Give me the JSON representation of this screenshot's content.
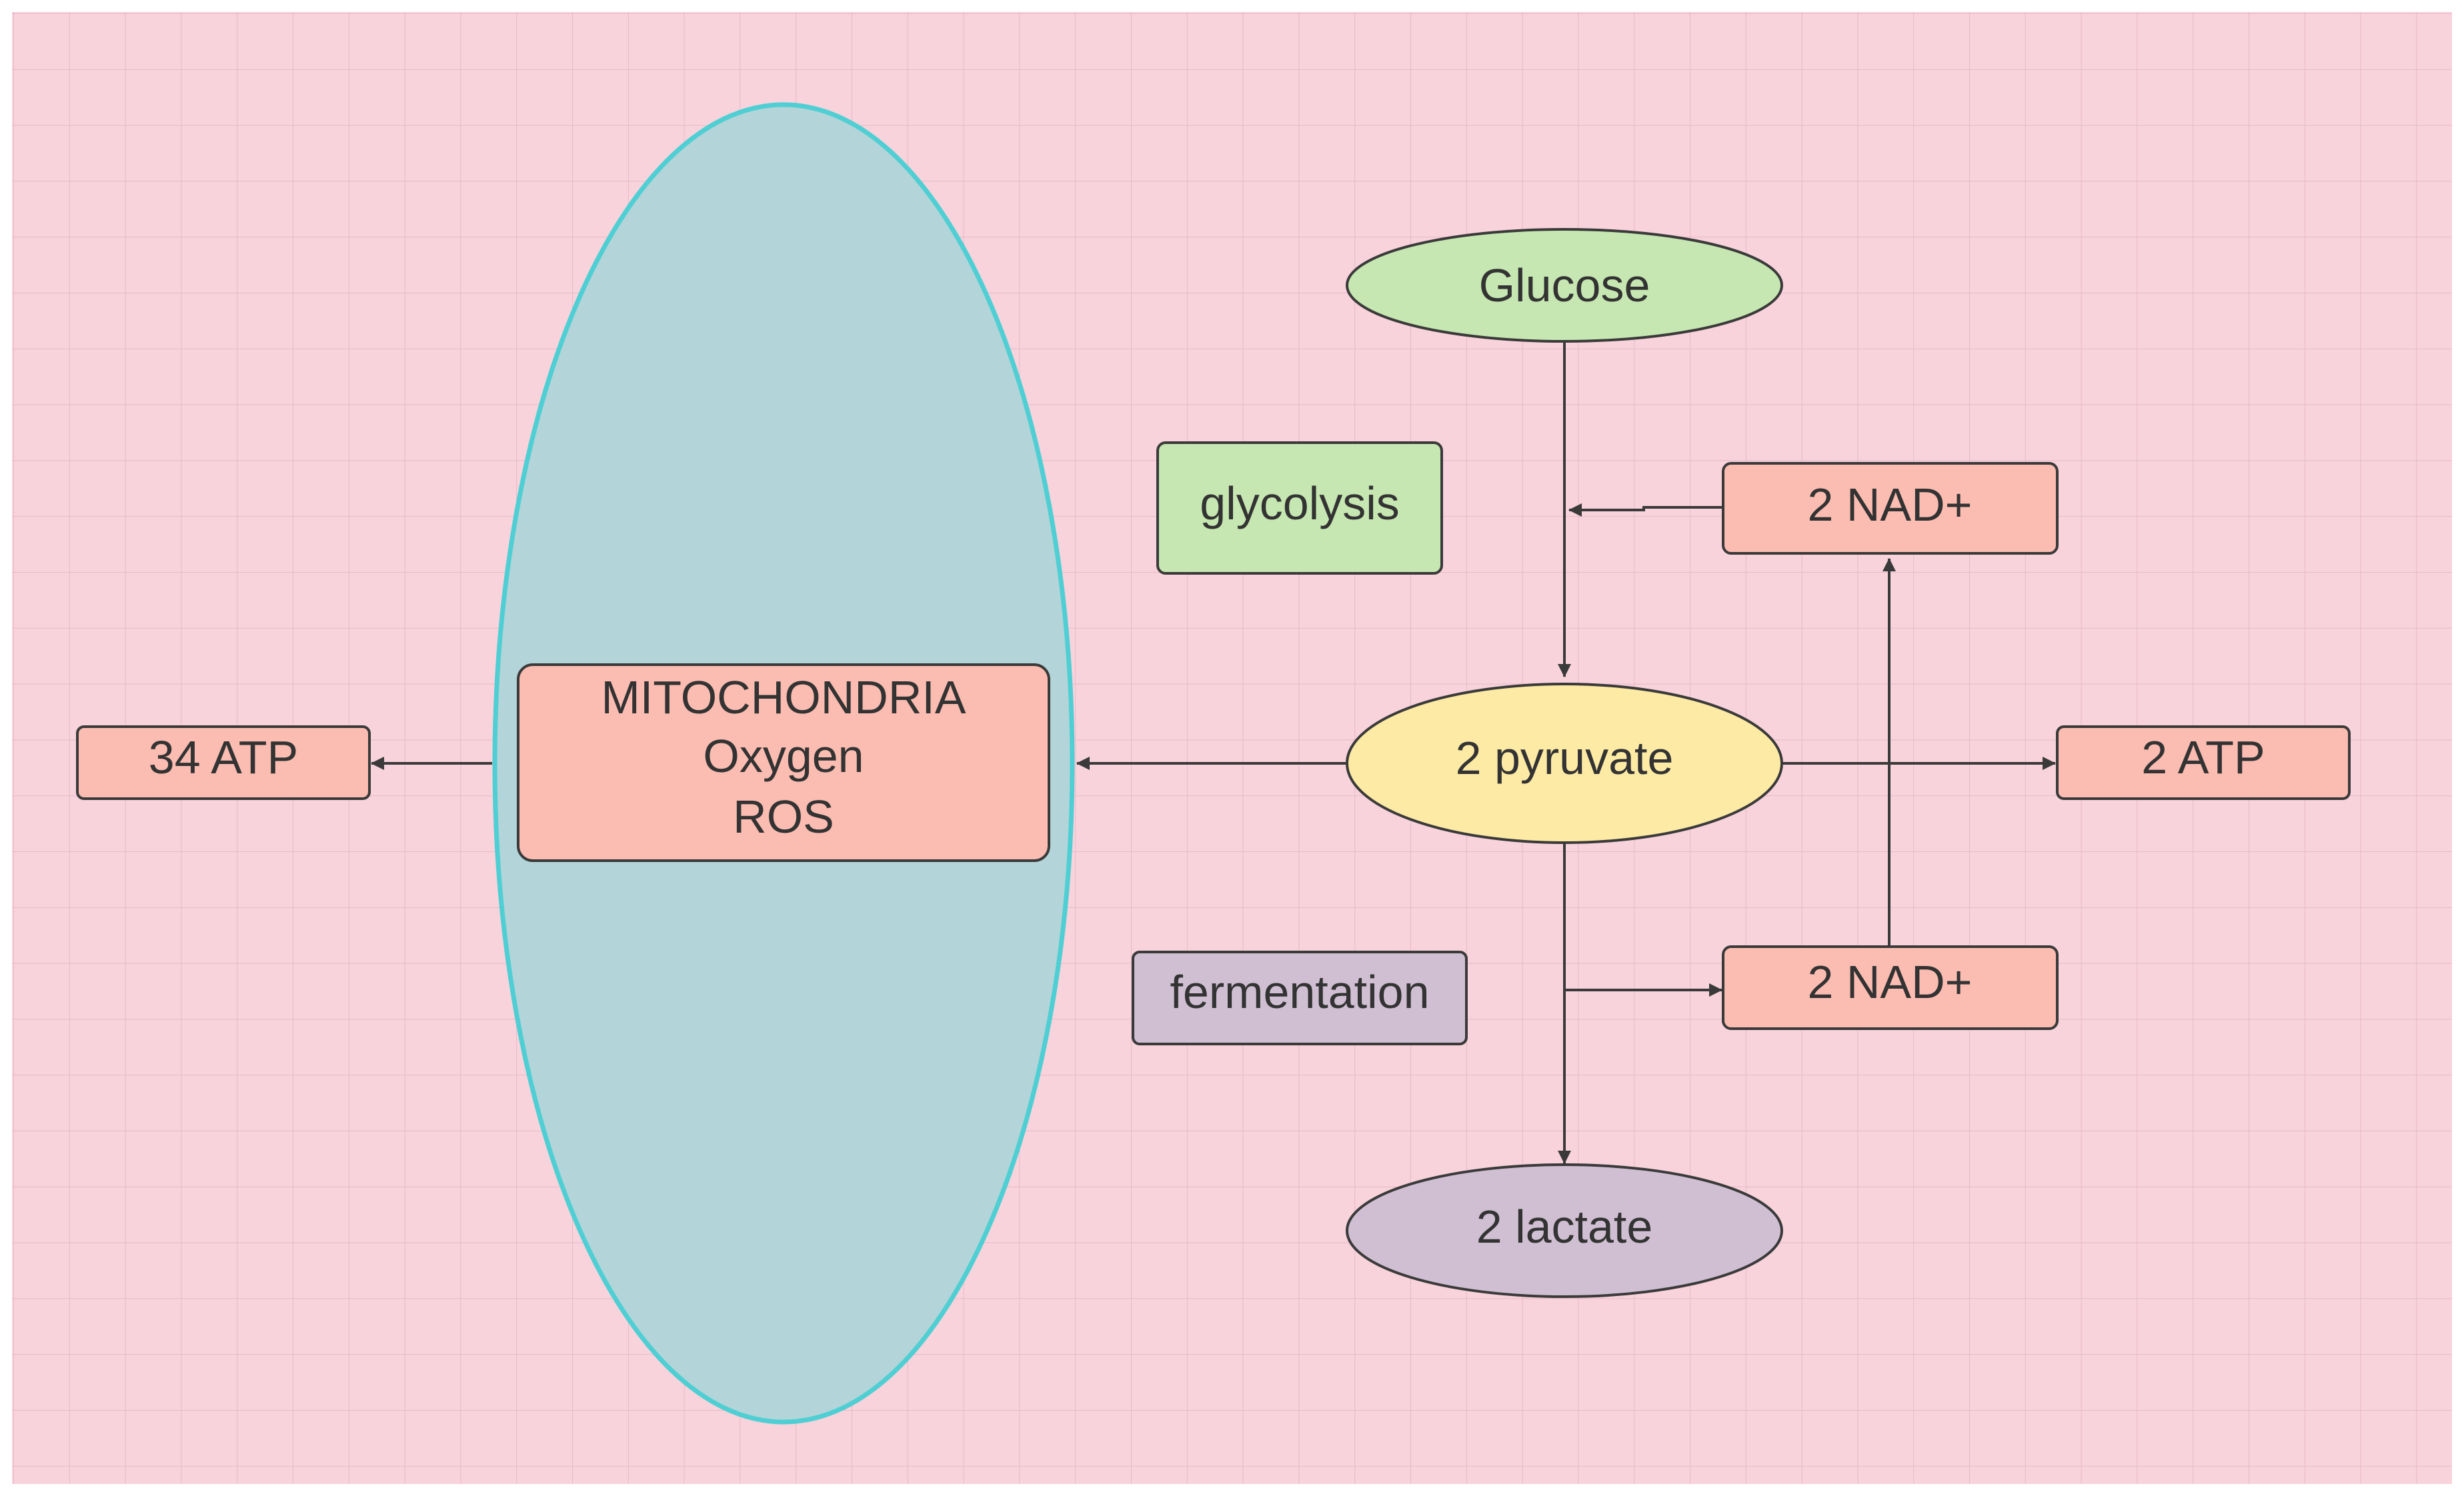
{
  "colors": {
    "background": "#f8d3dc",
    "grid": "#e6b8c6",
    "mitochondrion_fill": "#b3d4d8",
    "mitochondrion_stroke": "#4fcfd3",
    "green_node": "#c6e7b1",
    "yellow_node": "#fdeaa4",
    "purple_node": "#d0bfd2",
    "salmon_node": "#fbbcb1",
    "stroke": "#3a3a3a",
    "text": "#333333"
  },
  "nodes": {
    "glucose": "Glucose",
    "glycolysis": "glycolysis",
    "nad_top": "2 NAD+",
    "mito_line1": "MITOCHONDRIA",
    "mito_line2": "Oxygen",
    "mito_line3": "ROS",
    "atp_34": "34 ATP",
    "pyruvate": "2 pyruvate",
    "atp_2": "2 ATP",
    "fermentation": "fermentation",
    "nad_bottom": "2 NAD+",
    "lactate": "2 lactate"
  },
  "connections": [
    {
      "from": "glucose",
      "to": "pyruvate"
    },
    {
      "from": "nad_top",
      "to": "glucose-pyruvate-line"
    },
    {
      "from": "pyruvate",
      "to": "mitochondria"
    },
    {
      "from": "mitochondria",
      "to": "atp_34"
    },
    {
      "from": "pyruvate",
      "to": "atp_2"
    },
    {
      "from": "pyruvate",
      "to": "lactate"
    },
    {
      "from": "pyruvate-lactate-line",
      "to": "nad_bottom"
    },
    {
      "from": "nad_bottom",
      "to": "nad_top"
    }
  ]
}
